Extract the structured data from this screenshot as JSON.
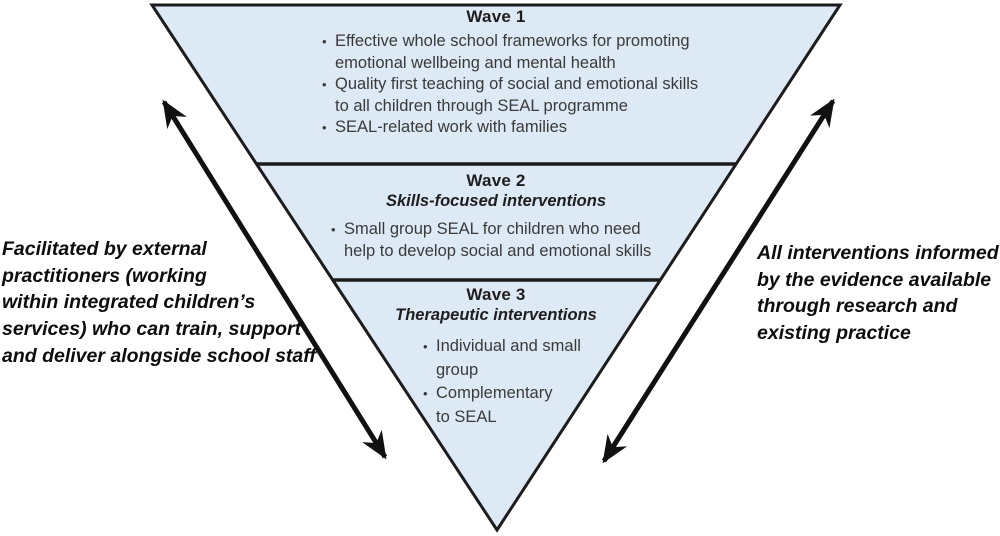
{
  "pyramid": {
    "fill_color": "#dde9f5",
    "outline_color": "#1c1c1c",
    "waves": [
      {
        "title": "Wave 1",
        "bullets": [
          "Effective whole school frameworks for promoting\nemotional wellbeing and mental health",
          "Quality first teaching of social and emotional skills\nto all children through SEAL programme",
          "SEAL-related work with families"
        ]
      },
      {
        "title": "Wave 2",
        "subtitle": "Skills-focused interventions",
        "bullets": [
          "Small group SEAL for children who need\nhelp to develop social and emotional skills"
        ]
      },
      {
        "title": "Wave 3",
        "subtitle": "Therapeutic interventions",
        "bullets": [
          "Individual and small\ngroup",
          "Complementary\nto SEAL"
        ]
      }
    ]
  },
  "arrows": {
    "color": "#111111"
  },
  "left_note": {
    "text": "Facilitated by external\npractitioners (working\nwithin integrated children’s\nservices) who can train, support\nand deliver alongside school staff"
  },
  "right_note": {
    "text": "All interventions informed\nby the evidence available\nthrough research and\nexisting practice"
  }
}
